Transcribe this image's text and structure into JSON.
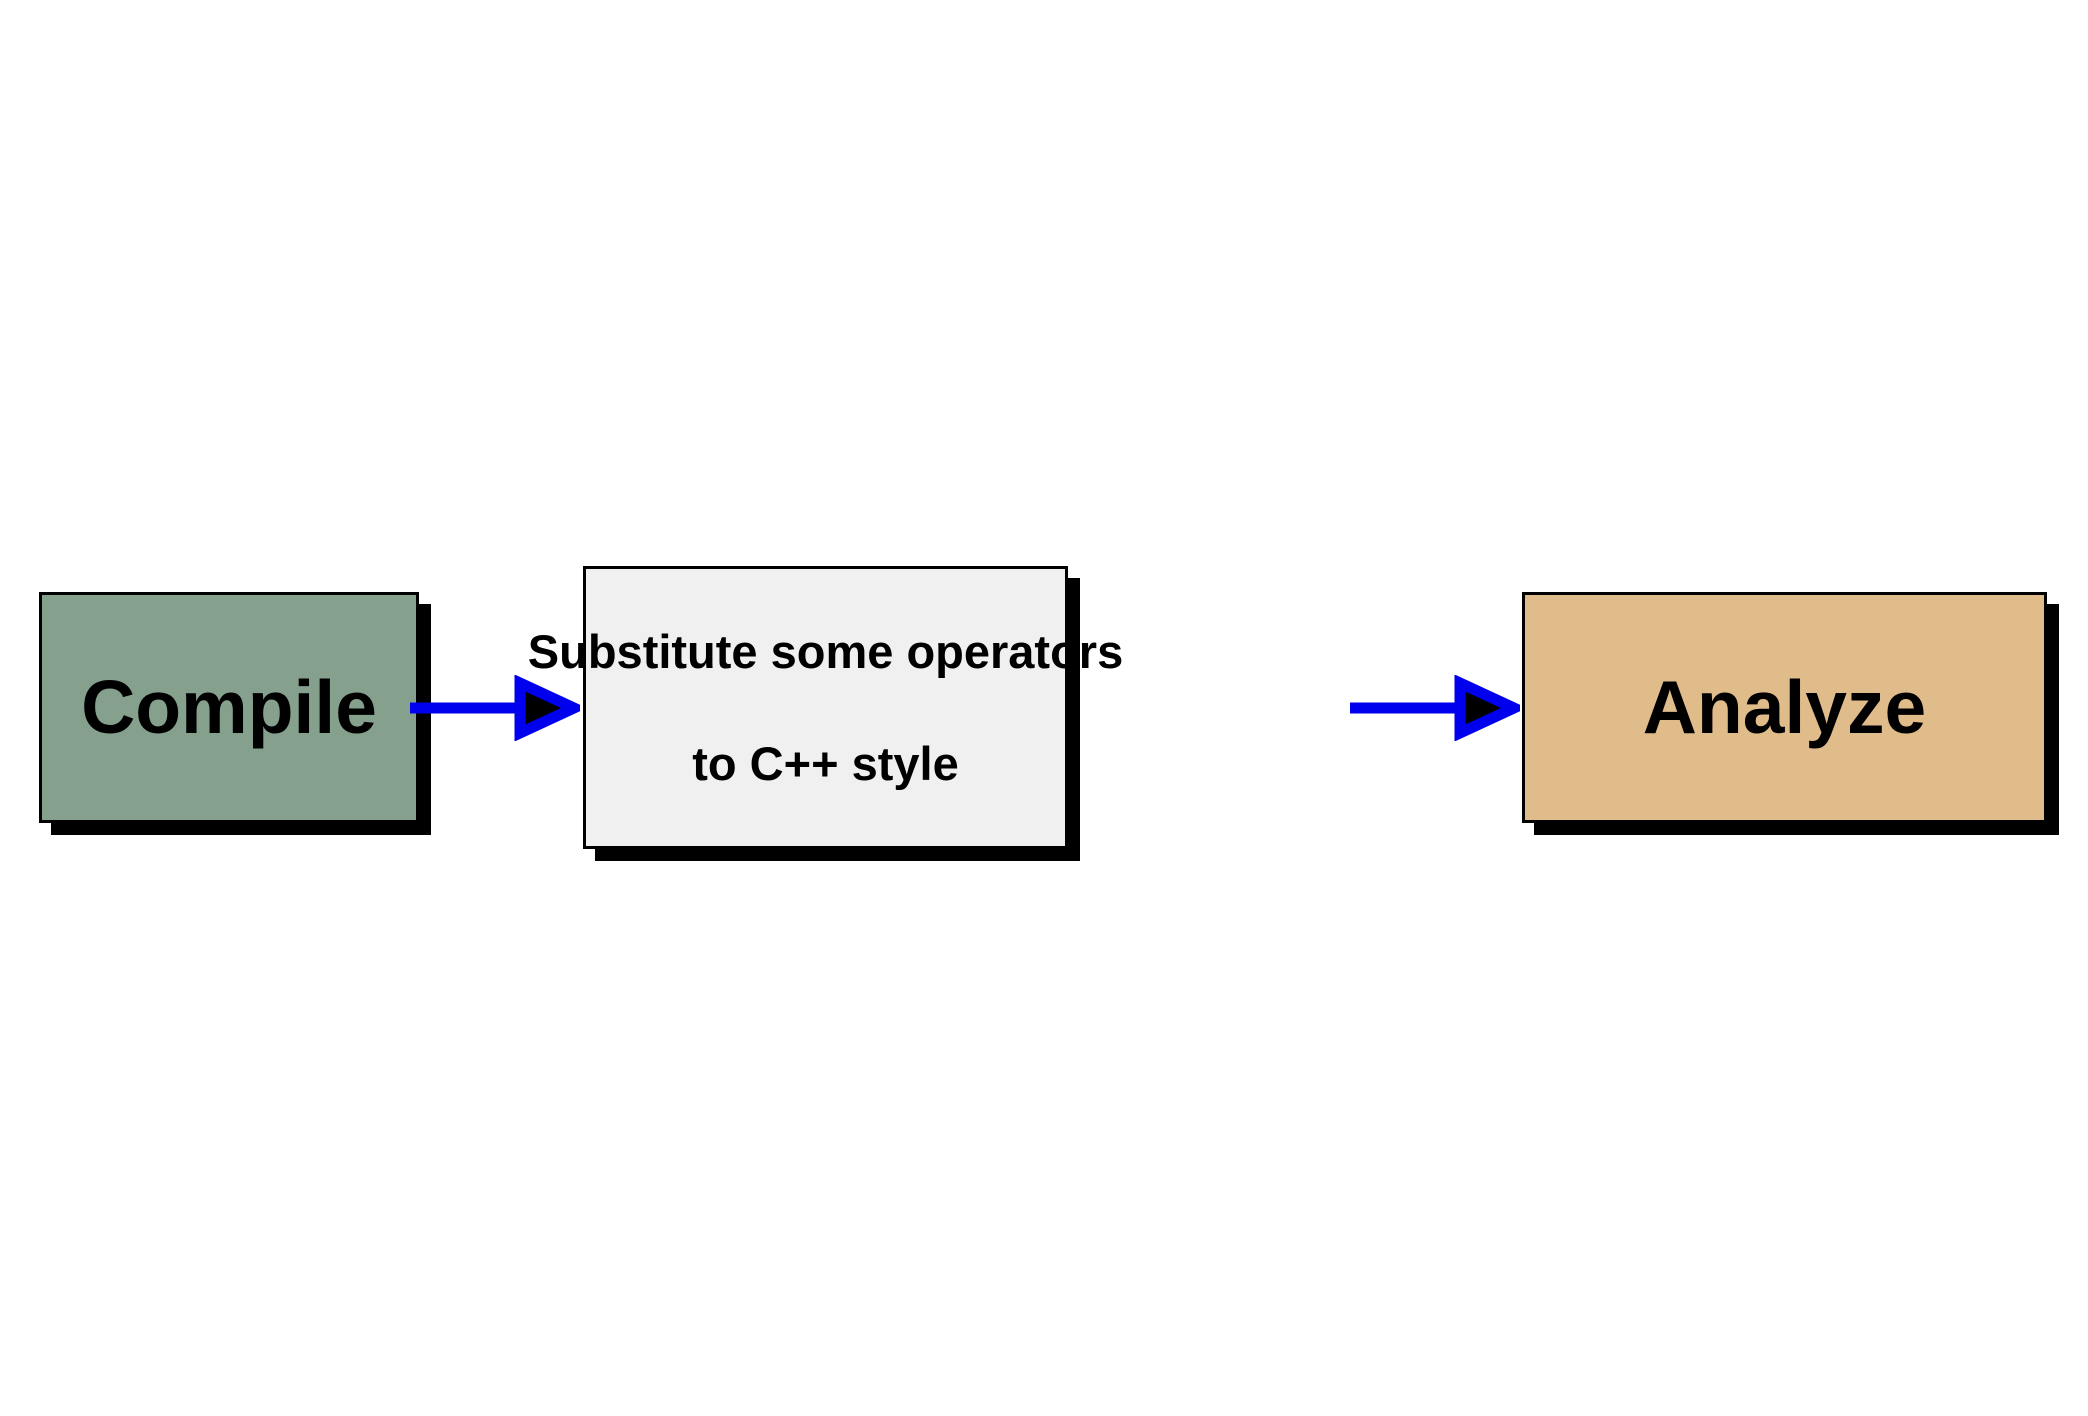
{
  "diagram": {
    "title": "",
    "type": "flowchart",
    "orientation": "left-to-right",
    "colors": {
      "compile_fill": "#85a08d",
      "substitute_fill": "#f0f0f0",
      "analyze_fill": "#e0bc8b",
      "node_border": "#000000",
      "shadow": "#000000",
      "arrow_stroke": "#0000ee",
      "arrowhead_fill": "#000000",
      "background": "#ffffff",
      "text": "#000000"
    },
    "nodes": [
      {
        "id": "compile",
        "label": "Compile",
        "lines": [
          "Compile"
        ],
        "fill": "#85a08d"
      },
      {
        "id": "substitute",
        "label": "Substitute some operators to C++ style",
        "lines": [
          "Substitute some operators",
          "to C++ style"
        ],
        "fill": "#f0f0f0"
      },
      {
        "id": "analyze",
        "label": "Analyze",
        "lines": [
          "Analyze"
        ],
        "fill": "#e0bc8b"
      }
    ],
    "edges": [
      {
        "id": "compile-to-substitute",
        "from": "compile",
        "to": "substitute",
        "label": ""
      },
      {
        "id": "substitute-to-analyze",
        "from": "substitute",
        "to": "analyze",
        "label": ""
      }
    ]
  }
}
